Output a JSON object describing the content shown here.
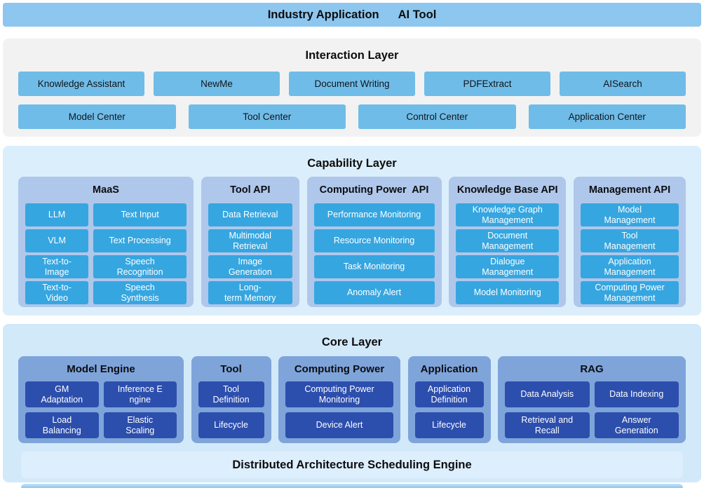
{
  "colors": {
    "banner_blue": "#8dc6ee",
    "interaction_bg": "#f2f2f2",
    "interaction_box": "#70bce8",
    "capability_bg": "#dbeefb",
    "capability_column": "#afc7ea",
    "capability_cell": "#36a6e0",
    "core_bg": "#d2e9fa",
    "core_column": "#7ea4da",
    "core_cell": "#2c4ead",
    "engine_bar_bg": "#ddeefd"
  },
  "top_bar": {
    "title_left": "Industry Application",
    "title_right": "AI Tool"
  },
  "interaction_layer": {
    "title": "Interaction Layer",
    "row1": [
      "Knowledge Assistant",
      "NewMe",
      "Document Writing",
      "PDFExtract",
      "AISearch"
    ],
    "row2": [
      "Model Center",
      "Tool Center",
      "Control Center",
      "Application Center"
    ]
  },
  "capability_layer": {
    "title": "Capability Layer",
    "columns": [
      {
        "header": "MaaS",
        "cells": [
          "LLM",
          "Text Input",
          "VLM",
          "Text Processing",
          "Text-to-\nImage",
          "Speech\nRecognition",
          "Text-to-\nVideo",
          "Speech\nSynthesis"
        ]
      },
      {
        "header": "Tool API",
        "cells": [
          "Data Retrieval",
          "Multimodal\nRetrieval",
          "Image\nGeneration",
          "Long-\nterm Memory"
        ]
      },
      {
        "header": "Computing Power  API",
        "cells": [
          "Performance Monitoring",
          "Resource Monitoring",
          "Task Monitoring",
          "Anomaly Alert"
        ]
      },
      {
        "header": "Knowledge Base API",
        "cells": [
          "Knowledge Graph\nManagement",
          "Document\nManagement",
          "Dialogue\nManagement",
          "Model Monitoring"
        ]
      },
      {
        "header": "Management API",
        "cells": [
          "Model\nManagement",
          "Tool\nManagement",
          "Application\nManagement",
          "Computing Power\nManagement"
        ]
      }
    ]
  },
  "core_layer": {
    "title": "Core Layer",
    "columns": [
      {
        "header": "Model Engine",
        "cells": [
          "GM\nAdaptation",
          "Inference E\nngine",
          "Load\nBalancing",
          "Elastic\nScaling"
        ]
      },
      {
        "header": "Tool",
        "cells": [
          "Tool\nDefinition",
          "Lifecycle"
        ]
      },
      {
        "header": "Computing Power",
        "cells": [
          "Computing Power\nMonitoring",
          "Device Alert"
        ]
      },
      {
        "header": "Application",
        "cells": [
          "Application\nDefinition",
          "Lifecycle"
        ]
      },
      {
        "header": "RAG",
        "cells": [
          "Data Analysis",
          "Data Indexing",
          "Retrieval and\nRecall",
          "Answer\nGeneration"
        ]
      }
    ],
    "engine_bar": "Distributed Architecture Scheduling Engine"
  }
}
